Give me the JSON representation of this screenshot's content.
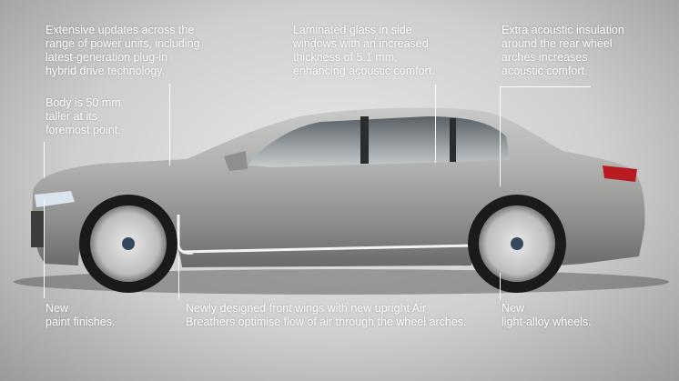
{
  "annotations": {
    "power_units": "Extensive updates across the\nrange of power units, including\nlatest-generation plug-in\nhybrid drive technology.",
    "body_height": "Body is 50 mm\ntaller at its\nforemost point.",
    "laminated_glass": "Laminated glass in side\nwindows with an increased\nthickness of 5.1 mm,\nenhancing acoustic comfort.",
    "acoustic_insulation": "Extra acoustic insulation\naround the rear wheel\narches increases\nacoustic comfort.",
    "paint": "New\npaint finishes.",
    "front_wings": "Newly designed front wings with new upright Air\nBreathers optimise flow of air through the wheel arches.",
    "wheels": "New\nlight-alloy wheels."
  },
  "colors": {
    "background": "#d6d6d6",
    "car_body": "#a9a9a7",
    "label_text": "#ffffff",
    "tail_light": "#b81c22"
  }
}
